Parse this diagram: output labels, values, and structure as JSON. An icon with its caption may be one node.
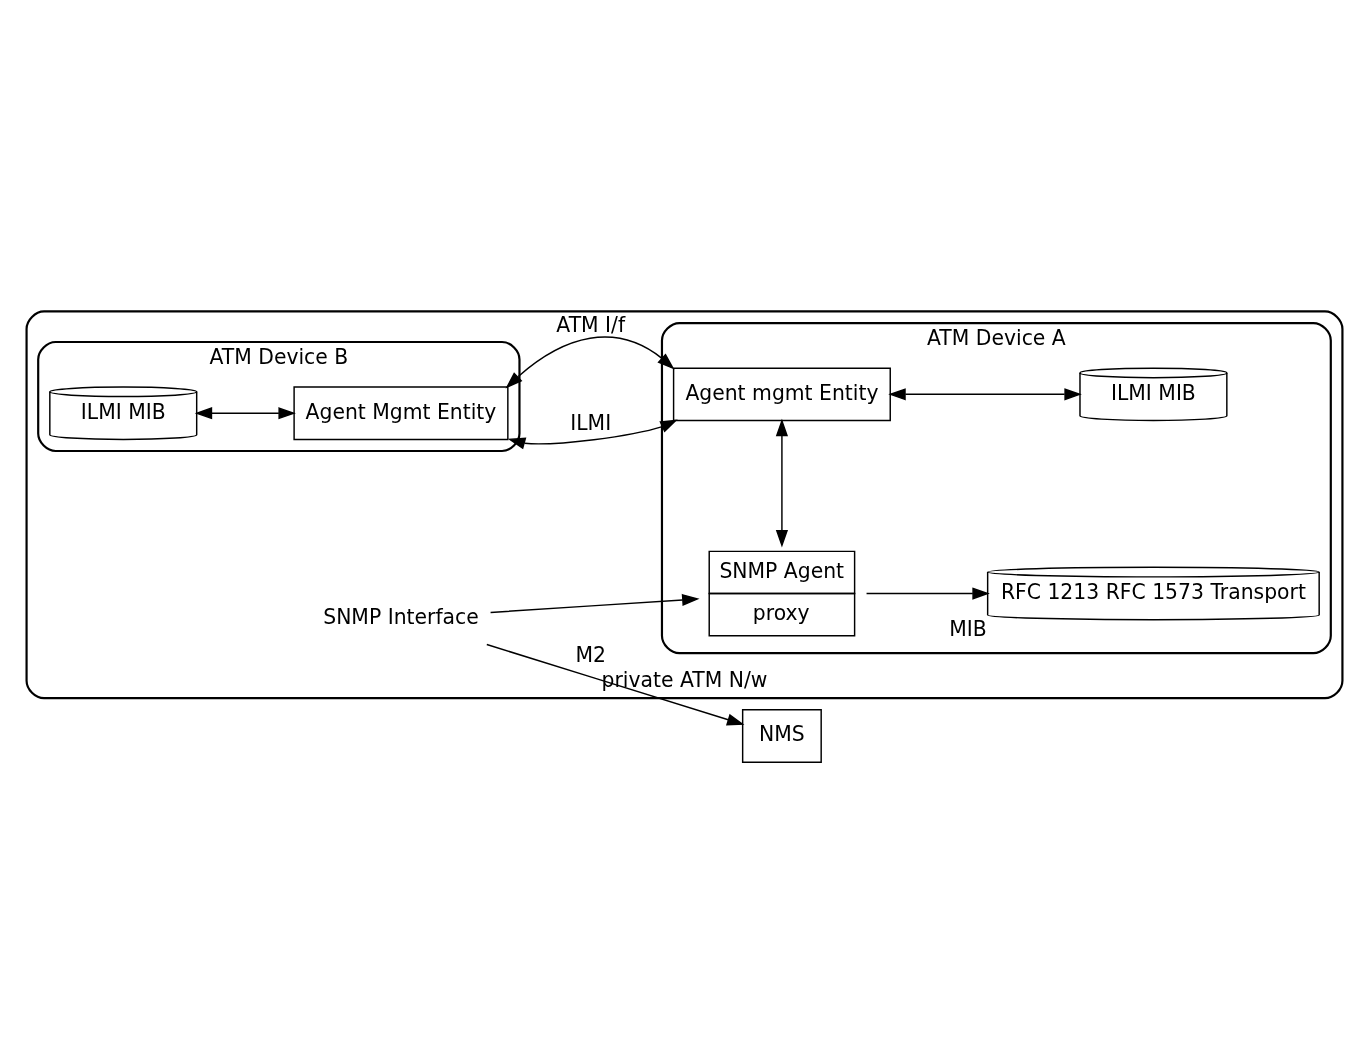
{
  "diagram": {
    "nodes": [
      {
        "text": [
          "private ATM N/w"
        ]
      },
      {
        "text": [
          "NMS"
        ]
      },
      {
        "text": [
          "SNMP Interface"
        ],
        "in": 0
      },
      {
        "text": [
          "ATM Device B"
        ],
        "in": 0
      },
      {
        "text": [
          "ILMI MIB"
        ],
        "in": 3
      },
      {
        "text": [
          "Agent Mgmt Entity"
        ],
        "in": 3
      },
      {
        "text": [
          "ATM Device A"
        ],
        "in": 0
      },
      {
        "text": [
          "SNMP Agent",
          "proxy"
        ],
        "in": 6
      },
      {
        "text": [
          "Agent mgmt Entity"
        ],
        "in": 6
      },
      {
        "text": [
          "ILMI MIB"
        ],
        "in": 6
      },
      {
        "text": [
          "RFC 1213 RFC 1573 Transport"
        ],
        "beside": [
          "MIB"
        ],
        "in": 6
      }
    ],
    "edges": [
      {
        "from": 2,
        "to": 1,
        "arrow": "to",
        "label": "M2"
      },
      {
        "from": 2,
        "to": 7,
        "arrow": "to"
      },
      {
        "from": 7,
        "to": 10,
        "arrow": "to"
      },
      {
        "from": 7,
        "to": 8,
        "arrow": "both"
      },
      {
        "from": 4,
        "to": 5,
        "arrow": "both"
      },
      {
        "from": 5,
        "to": 8,
        "arrow": "both",
        "label": "ATM I/f"
      },
      {
        "from": 5,
        "to": 8,
        "arrow": "both",
        "label": "ILMI"
      },
      {
        "from": 8,
        "to": 9,
        "arrow": "both"
      }
    ]
  }
}
